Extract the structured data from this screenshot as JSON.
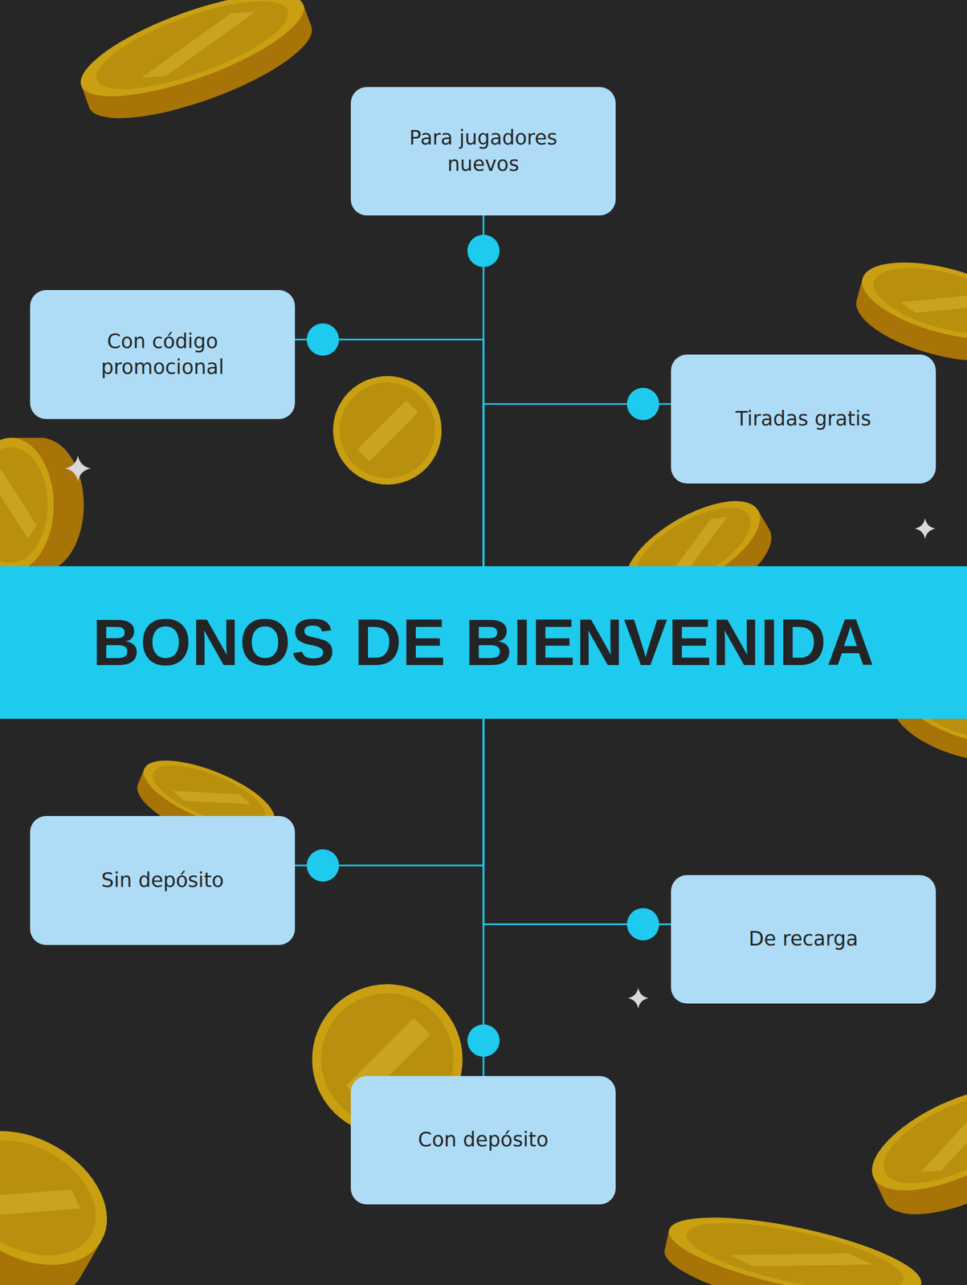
{
  "diagram": {
    "nodes": [
      {
        "text": [
          "Para jugadores nuevos"
        ]
      },
      {
        "text": [
          "Con código promocional"
        ]
      },
      {
        "text": [
          "Tiradas gratis"
        ]
      },
      {
        "text": [
          "BONOS DE BIENVENIDA"
        ]
      },
      {
        "text": [
          "Sin depósito"
        ]
      },
      {
        "text": [
          "De recarga"
        ]
      },
      {
        "text": [
          "Con depósito"
        ]
      }
    ],
    "edges": [
      {
        "from": 3,
        "to": 0,
        "arrow": "none"
      },
      {
        "from": 3,
        "to": 1,
        "arrow": "none"
      },
      {
        "from": 3,
        "to": 2,
        "arrow": "none"
      },
      {
        "from": 3,
        "to": 4,
        "arrow": "none"
      },
      {
        "from": 3,
        "to": 5,
        "arrow": "none"
      },
      {
        "from": 3,
        "to": 6,
        "arrow": "none"
      }
    ]
  }
}
